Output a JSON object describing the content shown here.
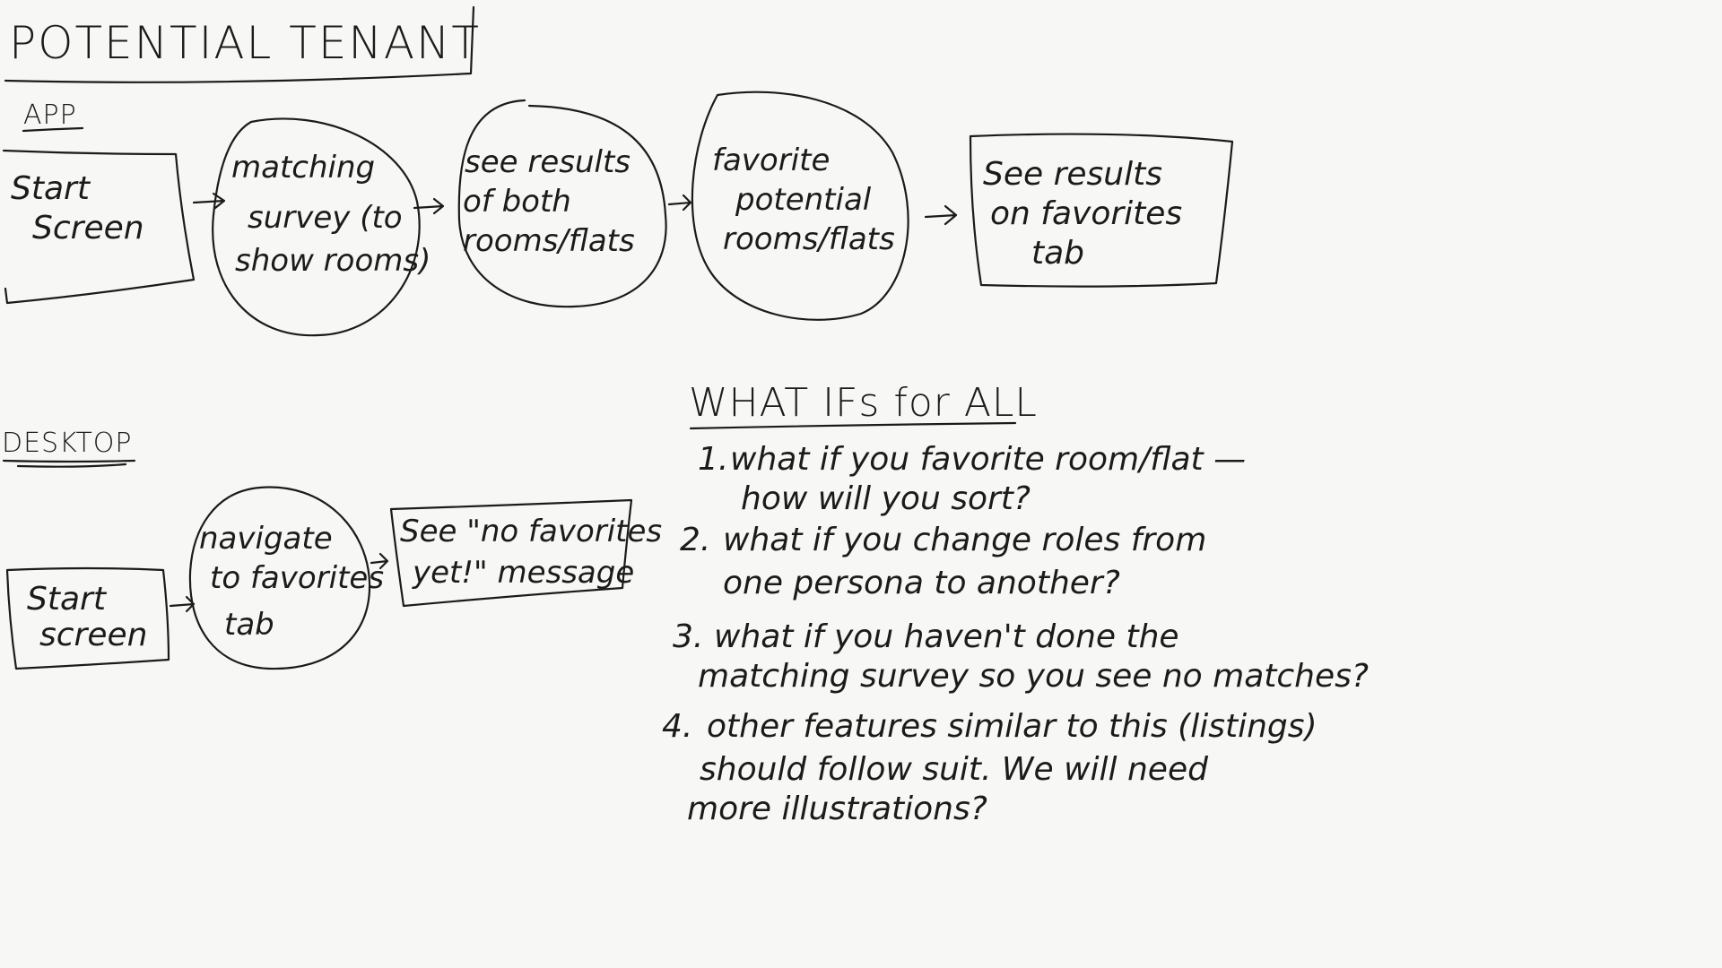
{
  "title": "POTENTIAL TENANT",
  "app": {
    "label": "APP",
    "nodes": [
      {
        "lines": [
          "Start",
          "Screen"
        ]
      },
      {
        "lines": [
          "matching",
          "survey (to",
          "show rooms)"
        ]
      },
      {
        "lines": [
          "see results",
          "of both",
          "rooms/flats"
        ]
      },
      {
        "lines": [
          "favorite",
          "potential",
          "rooms/flats"
        ]
      },
      {
        "lines": [
          "See results",
          "on favorites",
          "tab"
        ]
      }
    ]
  },
  "desktop": {
    "label": "DESKTOP",
    "nodes": [
      {
        "lines": [
          "Start",
          "screen"
        ]
      },
      {
        "lines": [
          "navigate",
          "to favorites",
          "tab"
        ]
      },
      {
        "lines": [
          "See \"no favorites",
          "yet!\" message"
        ]
      }
    ]
  },
  "what_ifs": {
    "title": "WHAT IFs for ALL",
    "items": [
      {
        "number": "1.",
        "lines": [
          "what if you favorite room/flat —",
          "how will you sort?"
        ]
      },
      {
        "number": "2.",
        "lines": [
          "what if you change roles from",
          "one persona to another?"
        ]
      },
      {
        "number": "3.",
        "lines": [
          "what if you haven't done the",
          "matching survey so you see no matches?"
        ]
      },
      {
        "number": "4.",
        "lines": [
          "other features similar to this (listings)",
          "should follow suit. We will need",
          "more illustrations?"
        ]
      }
    ]
  }
}
